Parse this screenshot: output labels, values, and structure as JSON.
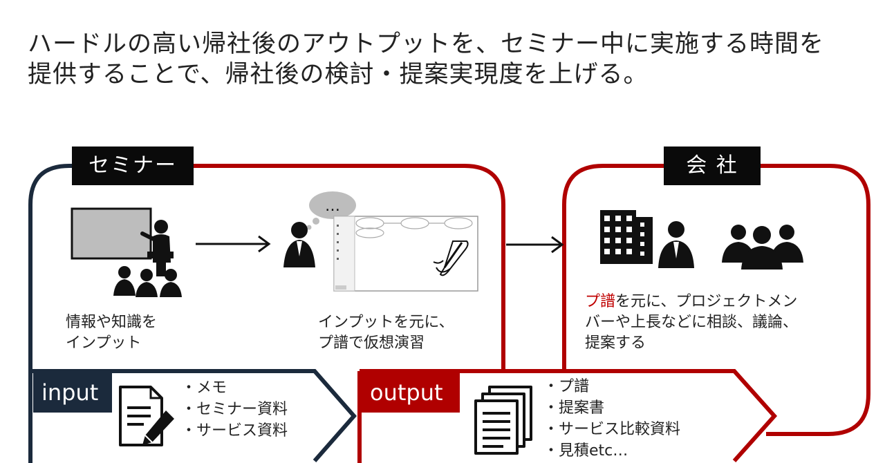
{
  "heading": {
    "line1": "ハードルの高い帰社後のアウトプットを、セミナー中に実施する時間を",
    "line2": "提供することで、帰社後の検討・提案実現度を上げる。"
  },
  "seminar_tag": "セミナー",
  "company_tag": "会 社",
  "step1_label": [
    "情報や知識を",
    "インプット"
  ],
  "step2_label": [
    "インプットを元に、",
    "プ譜で仮想演習"
  ],
  "thought_bubble": "…",
  "step3_label": {
    "highlight": "プ譜",
    "line1_rest": "を元に、プロジェクトメン",
    "line2": "バーや上長などに相談、議論、",
    "line3": "提案する"
  },
  "input_box": {
    "label": "input",
    "items": [
      "メモ",
      "セミナー資料",
      "サービス資料"
    ]
  },
  "output_box": {
    "label": "output",
    "items": [
      "プ譜",
      "提案書",
      "サービス比較資料",
      "見積etc…"
    ]
  },
  "colors": {
    "navy": "#1b2a3c",
    "red": "#b00000",
    "black": "#0a0a0a"
  },
  "icons": [
    "presenter-audience-icon",
    "thinking-person-board-icon",
    "building-icon",
    "businessman-icon",
    "group-icon",
    "document-pen-icon",
    "document-stack-icon"
  ]
}
